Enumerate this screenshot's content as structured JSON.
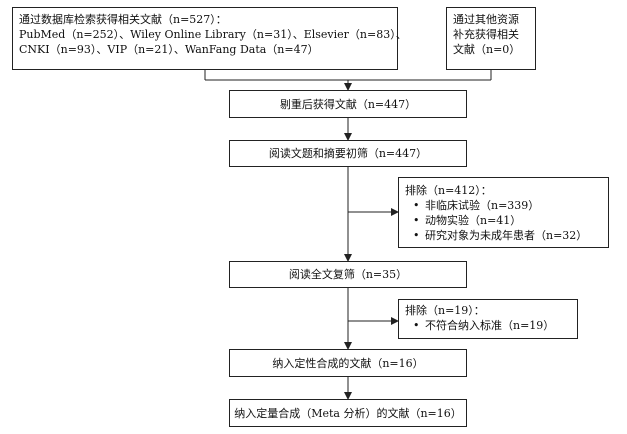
{
  "sources": {
    "databases": {
      "lines": [
        "通过数据库检索获得相关文献（n=527）：",
        "PubMed（n=252）、Wiley Online Library（n=31）、Elsevier（n=83）、",
        "CNKI（n=93）、VIP（n=21）、WanFang Data（n=47）"
      ]
    },
    "other": {
      "lines": [
        "通过其他资源",
        "补充获得相关",
        "文献（n=0）"
      ]
    }
  },
  "steps": {
    "dedup": "剔重后获得文献（n=447）",
    "title_abstract": "阅读文题和摘要初筛（n=447）",
    "fulltext": "阅读全文复筛（n=35）",
    "qualitative": "纳入定性合成的文献（n=16）",
    "quantitative": "纳入定量合成（Meta 分析）的文献（n=16）"
  },
  "exclusions": {
    "first": {
      "title": "排除（n=412）：",
      "bullet": "•",
      "items": [
        "非临床试验（n=339）",
        "动物实验（n=41）",
        "研究对象为未成年患者（n=32）"
      ]
    },
    "second": {
      "title": "排除（n=19）：",
      "bullet": "•",
      "items": [
        "不符合纳入标准（n=19）"
      ]
    }
  }
}
